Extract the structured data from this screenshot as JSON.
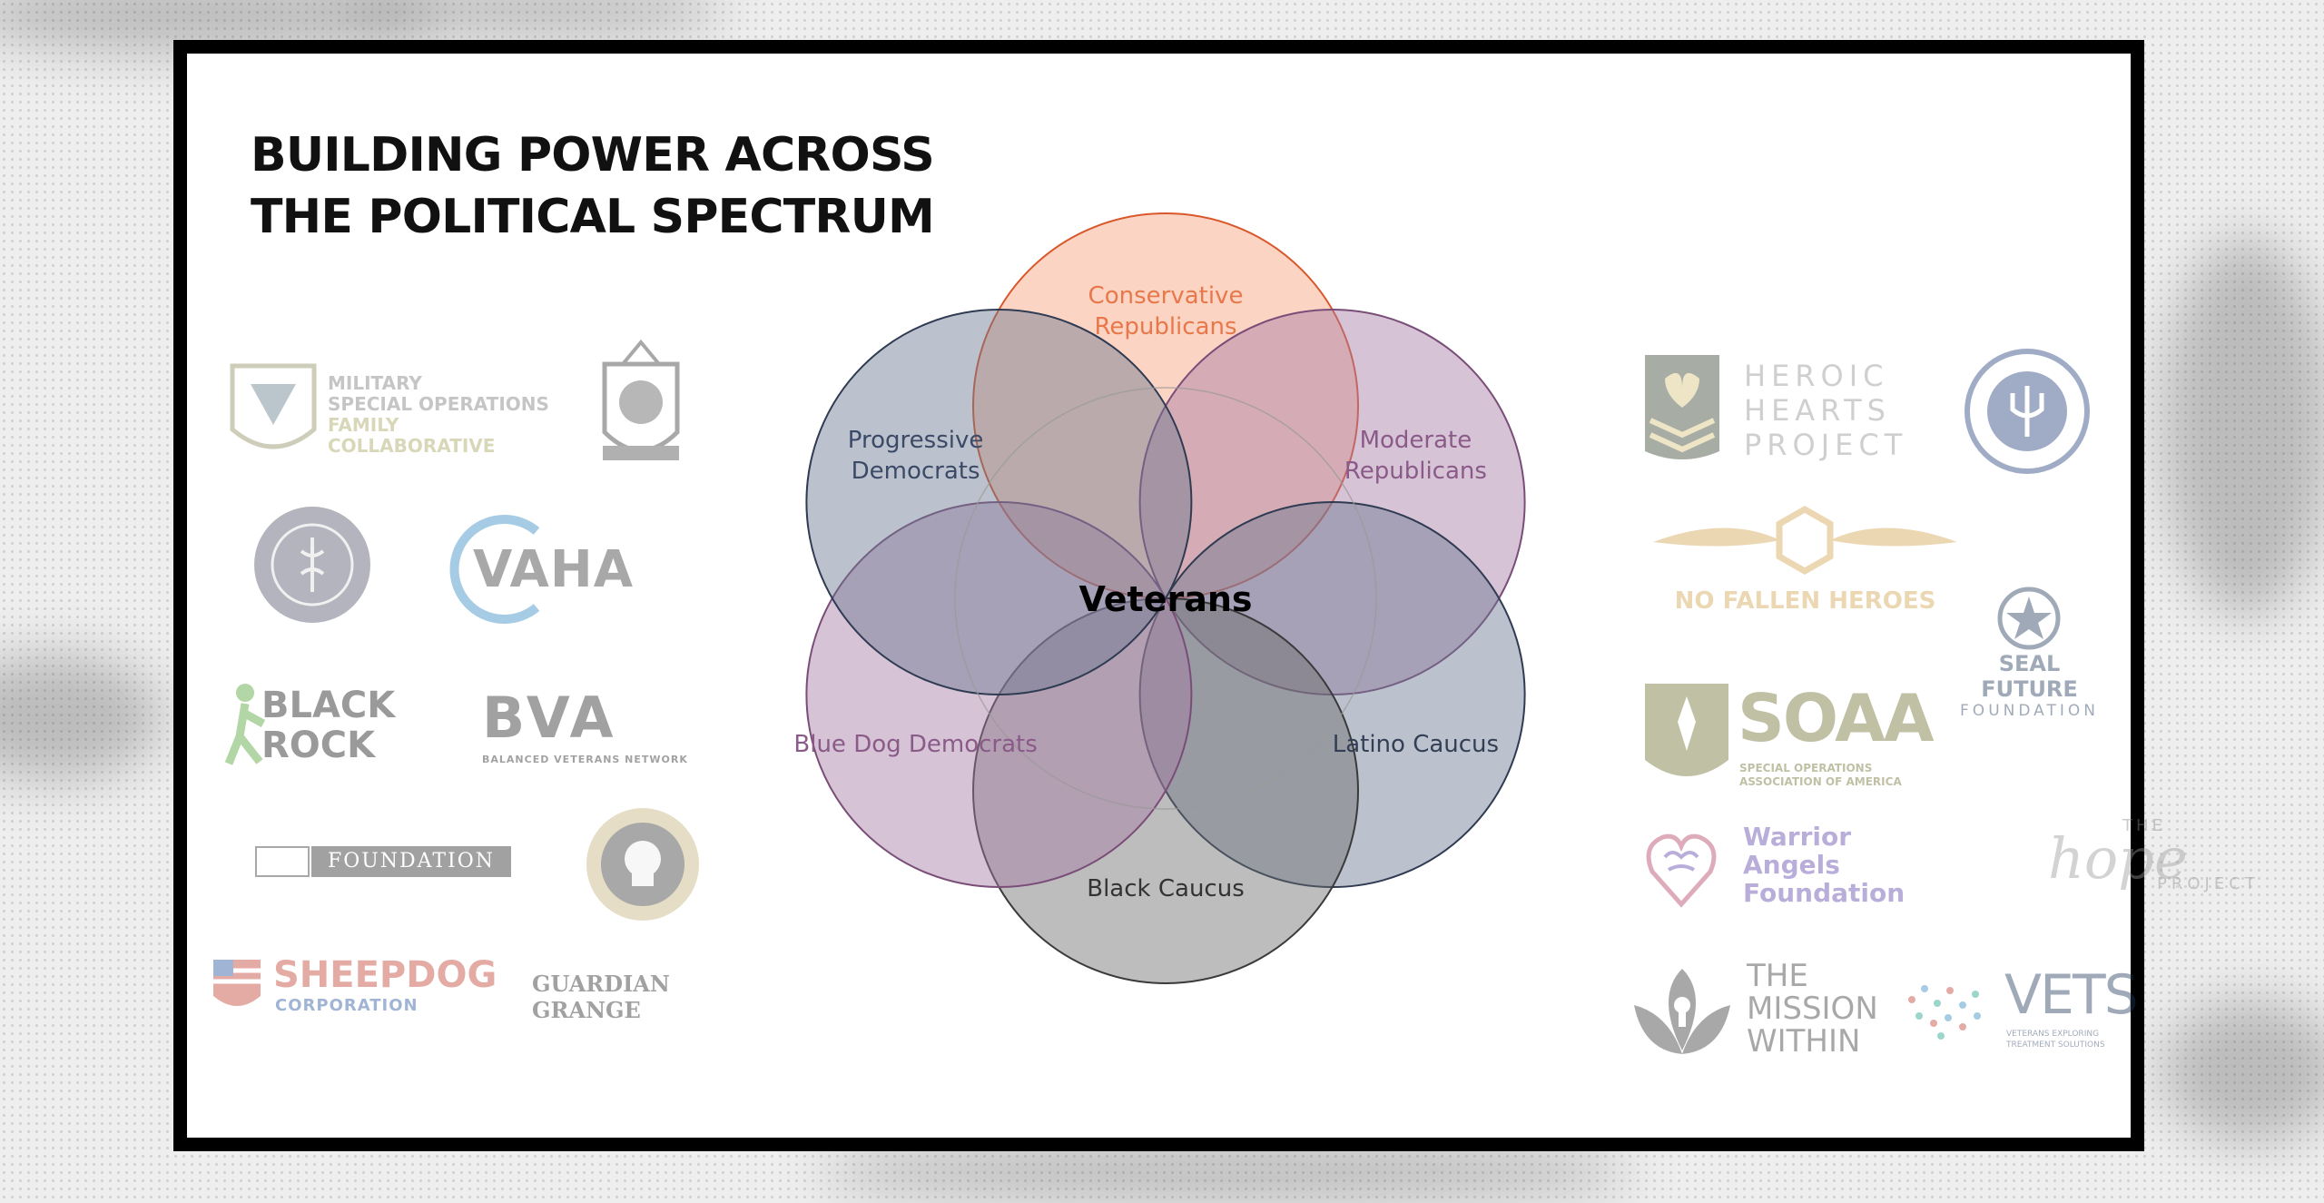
{
  "title": {
    "line1": "BUILDING POWER ACROSS",
    "line2": "THE POLITICAL SPECTRUM"
  },
  "venn": {
    "center_label": "Veterans",
    "groups": [
      {
        "id": "conservative-republicans",
        "label_lines": [
          "Conservative",
          "Republicans"
        ],
        "fill": "#f6a07c",
        "stroke": "#d9582b",
        "text_color": "#e8784a"
      },
      {
        "id": "moderate-republicans",
        "label_lines": [
          "Moderate",
          "Republicans"
        ],
        "fill": "#a77aa3",
        "stroke": "#7a4d78",
        "text_color": "#8a5a88"
      },
      {
        "id": "latino-caucus",
        "label_lines": [
          "Latino Caucus"
        ],
        "fill": "#6b7890",
        "stroke": "#2f3b52",
        "text_color": "#333f55"
      },
      {
        "id": "black-caucus",
        "label_lines": [
          "Black Caucus"
        ],
        "fill": "#6d6d6d",
        "stroke": "#3a3a3a",
        "text_color": "#333333"
      },
      {
        "id": "blue-dog-democrats",
        "label_lines": [
          "Blue Dog Democrats"
        ],
        "fill": "#a77aa3",
        "stroke": "#7a4d78",
        "text_color": "#8a5a88"
      },
      {
        "id": "progressive-democrats",
        "label_lines": [
          "Progressive",
          "Democrats"
        ],
        "fill": "#6b7890",
        "stroke": "#2f3b52",
        "text_color": "#3b4a66"
      }
    ]
  },
  "logos_left": [
    {
      "id": "military-special-operations-family-collaborative",
      "lines": [
        "MILITARY",
        "SPECIAL OPERATIONS",
        "FAMILY COLLABORATIVE"
      ]
    },
    {
      "id": "crest-emblem",
      "lines": []
    },
    {
      "id": "round-seal",
      "lines": []
    },
    {
      "id": "vaha",
      "lines": [
        "VAHA"
      ]
    },
    {
      "id": "black-rock",
      "lines": [
        "BLACK",
        "ROCK"
      ]
    },
    {
      "id": "bva",
      "lines": [
        "BVA",
        "BALANCED VETERANS NETWORK"
      ]
    },
    {
      "id": "foundation",
      "lines": [
        "FOUNDATION"
      ]
    },
    {
      "id": "skull-badge",
      "lines": []
    },
    {
      "id": "sheepdog",
      "lines": [
        "SHEEPDOG",
        "CORPORATION"
      ]
    },
    {
      "id": "guardian-grange",
      "lines": [
        "GUARDIAN GRANGE"
      ]
    }
  ],
  "logos_right": [
    {
      "id": "heroic-hearts-project",
      "lines": [
        "HEROIC",
        "HEARTS",
        "PROJECT"
      ]
    },
    {
      "id": "brotherhood-beyond-battlefield",
      "lines": []
    },
    {
      "id": "no-fallen-heroes",
      "lines": [
        "NO FALLEN HEROES"
      ]
    },
    {
      "id": "seal-future-foundation",
      "lines": [
        "SEAL FUTURE",
        "FOUNDATION"
      ]
    },
    {
      "id": "soaa",
      "lines": [
        "SOAA",
        "SPECIAL OPERATIONS",
        "ASSOCIATION OF AMERICA"
      ]
    },
    {
      "id": "warrior-angels-foundation",
      "lines": [
        "Warrior",
        "Angels",
        "Foundation"
      ]
    },
    {
      "id": "the-hope-project",
      "lines": [
        "THE",
        "hope",
        "PROJECT"
      ]
    },
    {
      "id": "the-mission-within",
      "lines": [
        "THE",
        "MISSION",
        "WITHIN"
      ]
    },
    {
      "id": "vets",
      "lines": [
        "VETS",
        "VETERANS EXPLORING",
        "TREATMENT SOLUTIONS"
      ]
    }
  ]
}
